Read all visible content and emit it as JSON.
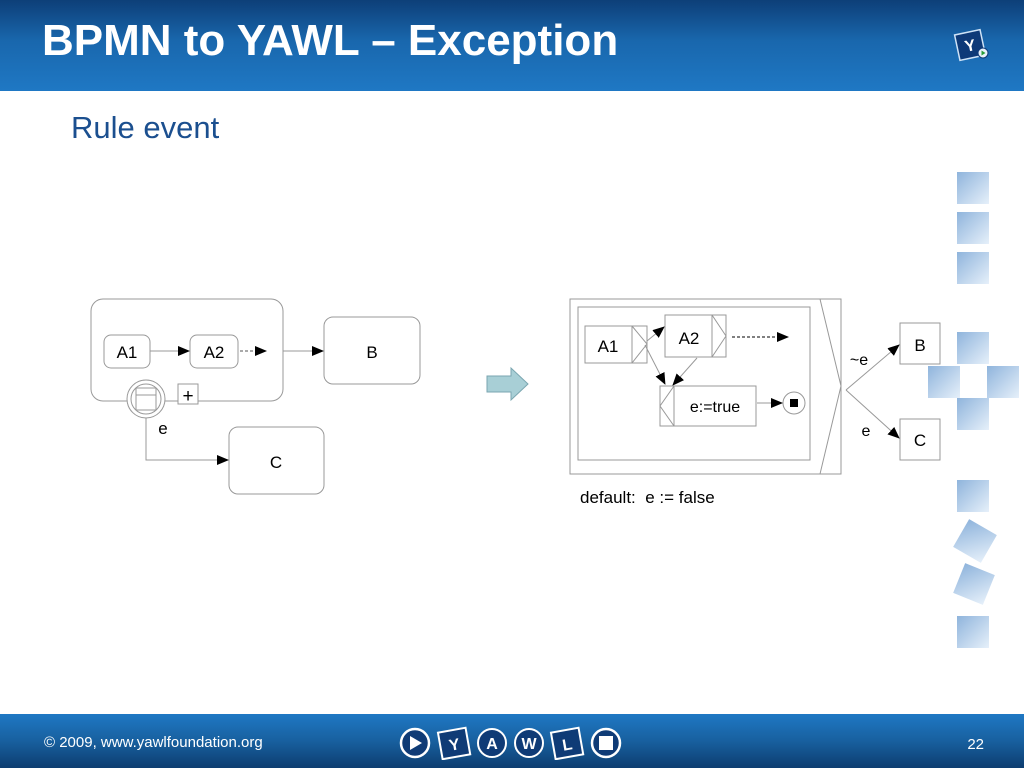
{
  "slide": {
    "title": "BPMN to YAWL – Exception",
    "subtitle": "Rule event",
    "copyright": "© 2009, www.yawlfoundation.org",
    "page_number": "22"
  },
  "bpmn": {
    "task_a1": "A1",
    "task_a2": "A2",
    "task_b": "B",
    "task_c": "C",
    "plus_marker": "+",
    "exception_label": "e"
  },
  "yawl": {
    "task_a1": "A1",
    "task_a2": "A2",
    "task_set_flag": "e:=true",
    "task_b": "B",
    "task_c": "C",
    "cond_not_e": "~e",
    "cond_e": "e",
    "default_note": "default:  e := false"
  },
  "logo": {
    "header_letter": "Y",
    "footer_letters": [
      "Y",
      "A",
      "W",
      "L"
    ]
  },
  "colors": {
    "header_blue": "#1a6bb5",
    "title_text": "#ffffff",
    "subtitle_text": "#1b4f8f",
    "diagram_line": "#7f7f7f"
  }
}
